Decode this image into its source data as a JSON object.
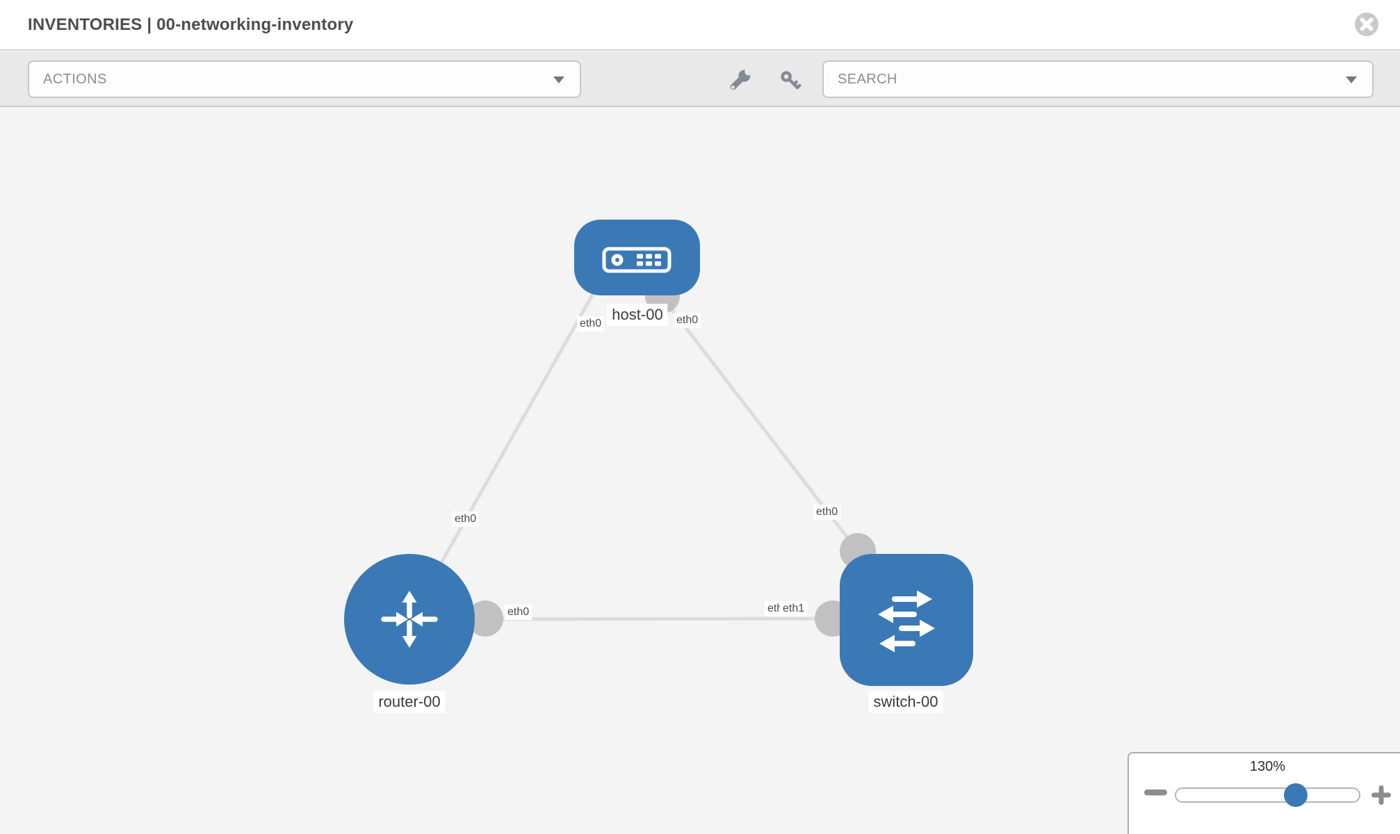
{
  "header": {
    "title": "INVENTORIES | 00-networking-inventory"
  },
  "toolbar": {
    "actions_label": "ACTIONS",
    "search_label": "SEARCH",
    "icons": [
      "wrench-icon",
      "key-icon"
    ]
  },
  "diagram": {
    "nodes": [
      {
        "id": "host-00",
        "label": "host-00",
        "type": "host",
        "icon": "server-icon"
      },
      {
        "id": "router-00",
        "label": "router-00",
        "type": "router",
        "icon": "router-arrows-icon"
      },
      {
        "id": "switch-00",
        "label": "switch-00",
        "type": "switch",
        "icon": "switch-arrows-icon"
      }
    ],
    "edges": [
      {
        "from": "host-00",
        "to": "router-00",
        "from_port": "eth0",
        "to_port": "eth0"
      },
      {
        "from": "host-00",
        "to": "switch-00",
        "from_port": "eth0",
        "to_port": "eth0"
      },
      {
        "from": "router-00",
        "to": "switch-00",
        "from_port": "eth0",
        "to_port": "eth1",
        "to_port_overlapped": "eth0"
      }
    ]
  },
  "zoom_control": {
    "level": "130%",
    "minus_icon": "minus-icon",
    "plus_icon": "plus-icon",
    "thumb_position_pct": 64
  },
  "colors": {
    "node_blue": "#3a79b5",
    "edge_gray": "#dcdcdc",
    "interface_dot_gray": "#c1c1c1",
    "toolbar_bg": "#e9e9e9",
    "canvas_bg": "#f4f4f4",
    "icon_gray": "#858b94",
    "close_circle_gray": "#c9c9c9"
  }
}
